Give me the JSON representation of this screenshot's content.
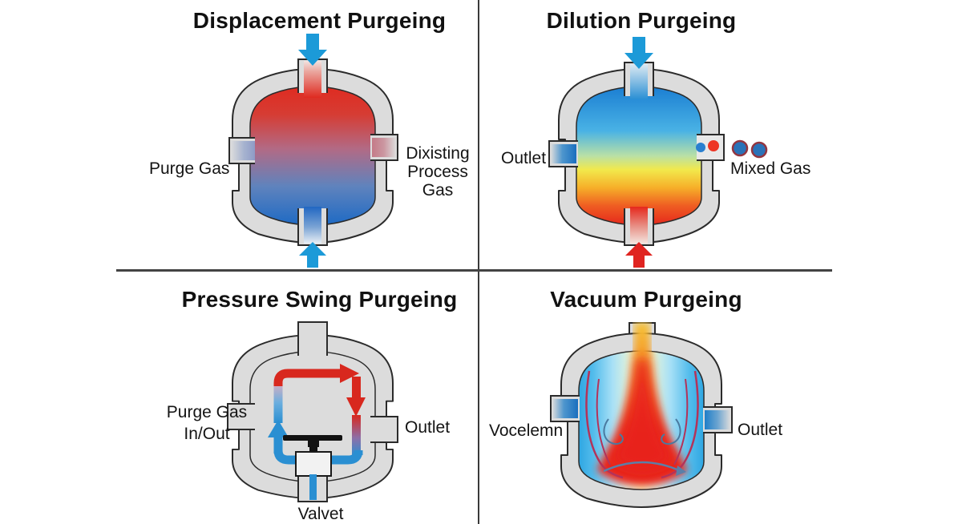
{
  "page": {
    "background": "#ffffff"
  },
  "palette": {
    "vessel_gray": "#dcdcdc",
    "outline": "#2b2b2b",
    "blue_arrow": "#1c9ad8",
    "red_arrow": "#e02420",
    "divider": "#3a3a3a",
    "hot_red": "#e3261f",
    "cold_blue": "#1a6bc8",
    "mixed_dot_blue": "#2a72b8",
    "mixed_dot_ring": "#93353f"
  },
  "quadrants": {
    "displacement": {
      "title": "Displacement Purgeing",
      "purge_gas": "Purge Gas",
      "process_gas_line1": "Dixisting",
      "process_gas_line2": "Process Gas"
    },
    "dilution": {
      "title": "Dilution Purgeing",
      "outlet": "Outlet",
      "mixed_gas": "Mixed Gas"
    },
    "pressure_swing": {
      "title": "Pressure Swing Purgeing",
      "purge_gas_line1": "Purge Gas",
      "purge_gas_line2": "In/Out",
      "outlet": "Outlet",
      "valve": "Valvet"
    },
    "vacuum": {
      "title": "Vacuum Purgeing",
      "left_label": "Vocelemn",
      "outlet": "Outlet"
    }
  }
}
